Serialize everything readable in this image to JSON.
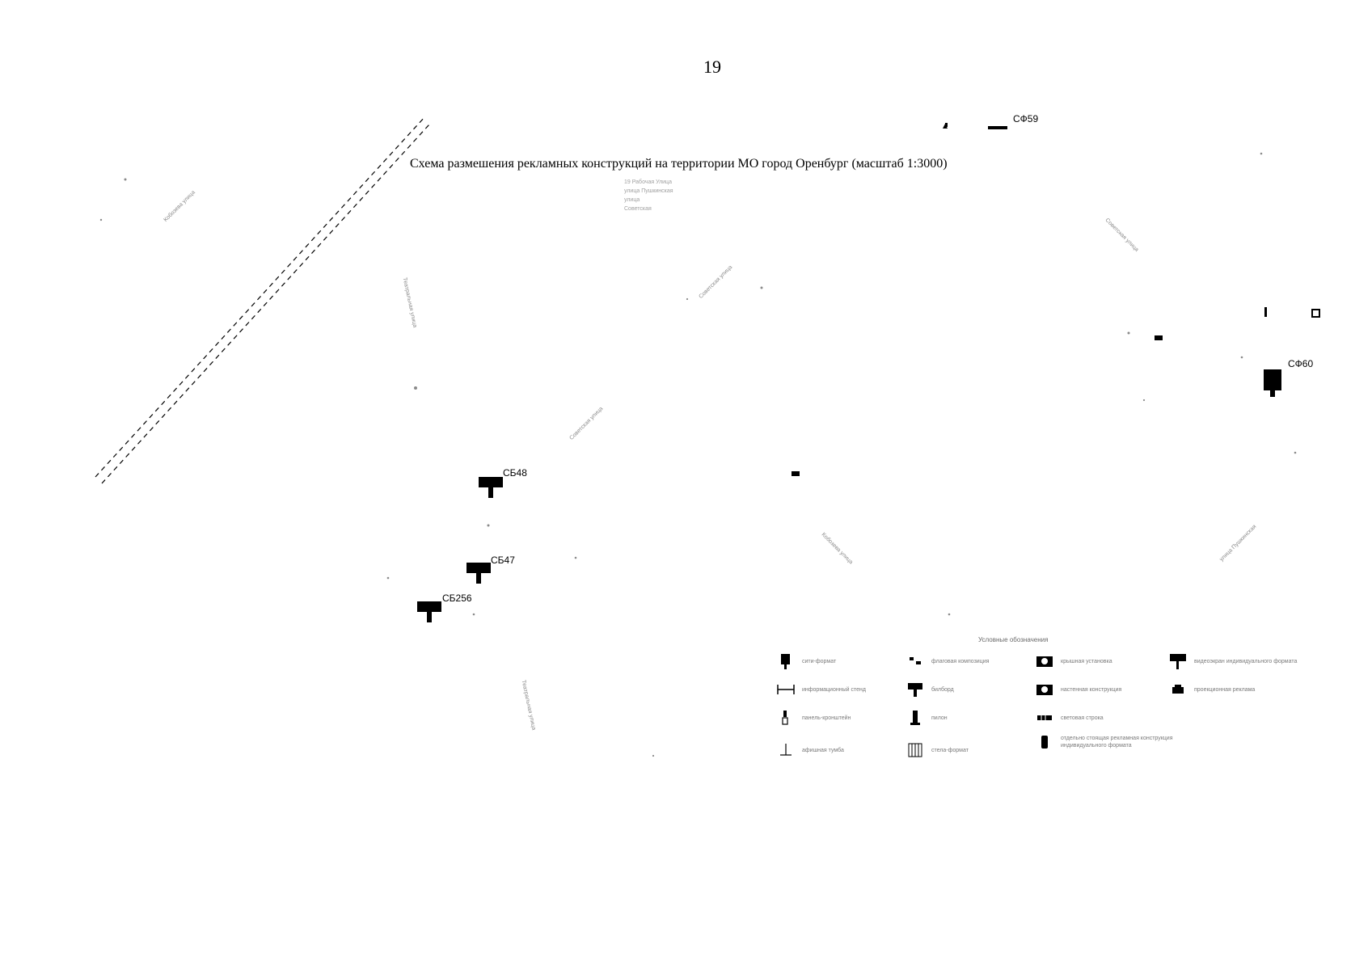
{
  "page": {
    "number": "19"
  },
  "map": {
    "title": "Схема размешения рекламных конструкций на территории МО город Оренбург (масштаб 1:3000)",
    "markers": [
      {
        "code": "СФ59",
        "type": "flag"
      },
      {
        "code": "СФ60",
        "type": "city-format"
      },
      {
        "code": "СБ48",
        "type": "billboard"
      },
      {
        "code": "СБ47",
        "type": "billboard"
      },
      {
        "code": "СБ256",
        "type": "billboard"
      }
    ],
    "streets": [
      {
        "label": "Театральная улица"
      },
      {
        "label": "Театральная улица"
      },
      {
        "label": "Советская улица"
      },
      {
        "label": "Советская улица"
      },
      {
        "label": "Кобозева улица"
      },
      {
        "label": "Советская улица"
      },
      {
        "label": "улица Пушкинская"
      },
      {
        "label": "Кобозева улица"
      }
    ],
    "faint_text": [
      "19 Рабочая Улица",
      "улица Пушкинская",
      "улица",
      "Советская"
    ]
  },
  "legend": {
    "title": "Условные обозначения",
    "items": [
      {
        "label": "сити-формат",
        "icon": "city-format-icon"
      },
      {
        "label": "флаговая композиция",
        "icon": "flag-composition-icon"
      },
      {
        "label": "крышная установка",
        "icon": "roof-installation-icon"
      },
      {
        "label": "видеоэкран индивидуального формата",
        "icon": "video-screen-icon"
      },
      {
        "label": "информационный стенд",
        "icon": "info-stand-icon"
      },
      {
        "label": "билборд",
        "icon": "billboard-icon"
      },
      {
        "label": "настенная конструкция",
        "icon": "wall-structure-icon"
      },
      {
        "label": "проекционная реклама",
        "icon": "projection-icon"
      },
      {
        "label": "панель-кронштейн",
        "icon": "bracket-panel-icon"
      },
      {
        "label": "пилон",
        "icon": "pylon-icon"
      },
      {
        "label": "световая строка",
        "icon": "light-line-icon"
      },
      {
        "label": "афишная тумба",
        "icon": "poster-cabinet-icon"
      },
      {
        "label": "стела-формат",
        "icon": "stele-icon"
      },
      {
        "label": "отдельно стоящая рекламная конструкция индивидуального формата",
        "icon": "freestanding-icon"
      }
    ]
  }
}
